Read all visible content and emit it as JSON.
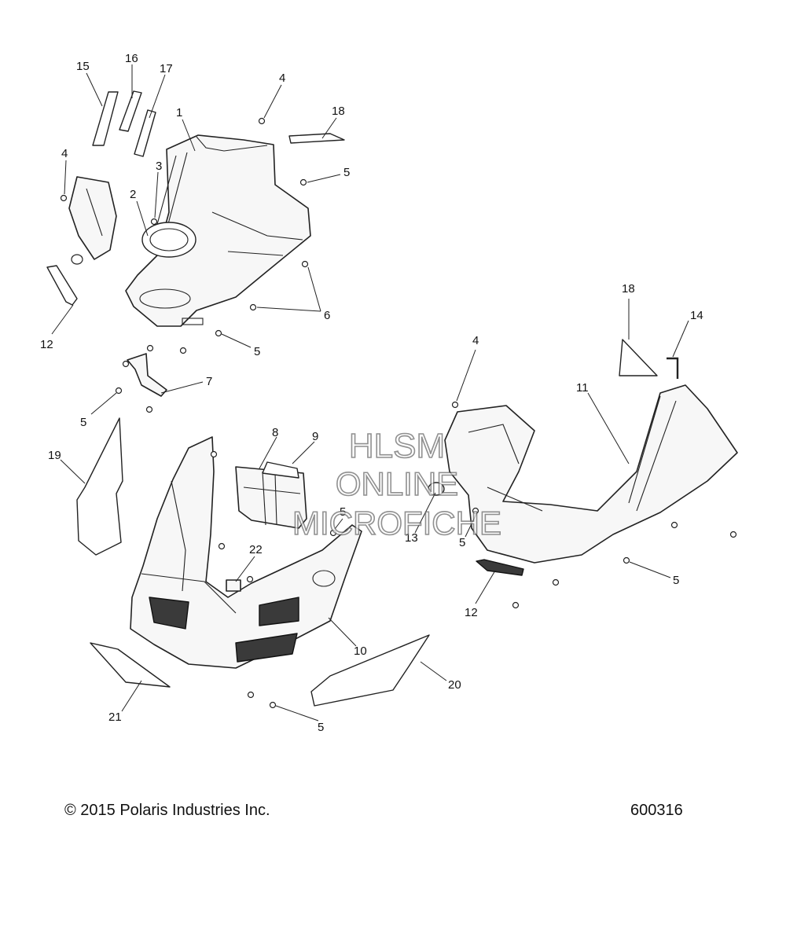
{
  "watermark": {
    "lines": [
      "HLSM",
      "ONLINE",
      "MICROFICHE"
    ]
  },
  "footer": {
    "copyright": "© 2015 Polaris Industries Inc.",
    "figure_number": "600316"
  },
  "callouts": [
    {
      "id": "c15",
      "label": "15"
    },
    {
      "id": "c16",
      "label": "16"
    },
    {
      "id": "c17",
      "label": "17"
    },
    {
      "id": "c4a",
      "label": "4"
    },
    {
      "id": "c18a",
      "label": "18"
    },
    {
      "id": "c1",
      "label": "1"
    },
    {
      "id": "c4b",
      "label": "4"
    },
    {
      "id": "c3",
      "label": "3"
    },
    {
      "id": "c2",
      "label": "2"
    },
    {
      "id": "c5a",
      "label": "5"
    },
    {
      "id": "c6",
      "label": "6"
    },
    {
      "id": "c12a",
      "label": "12"
    },
    {
      "id": "c5b",
      "label": "5"
    },
    {
      "id": "c7",
      "label": "7"
    },
    {
      "id": "c5c",
      "label": "5"
    },
    {
      "id": "c18b",
      "label": "18"
    },
    {
      "id": "c14",
      "label": "14"
    },
    {
      "id": "c4c",
      "label": "4"
    },
    {
      "id": "c11",
      "label": "11"
    },
    {
      "id": "c19",
      "label": "19"
    },
    {
      "id": "c8",
      "label": "8"
    },
    {
      "id": "c9",
      "label": "9"
    },
    {
      "id": "c5d",
      "label": "5"
    },
    {
      "id": "c13",
      "label": "13"
    },
    {
      "id": "c5e",
      "label": "5"
    },
    {
      "id": "c22",
      "label": "22"
    },
    {
      "id": "c5f",
      "label": "5"
    },
    {
      "id": "c12b",
      "label": "12"
    },
    {
      "id": "c10",
      "label": "10"
    },
    {
      "id": "c20",
      "label": "20"
    },
    {
      "id": "c21",
      "label": "21"
    },
    {
      "id": "c5g",
      "label": "5"
    }
  ]
}
